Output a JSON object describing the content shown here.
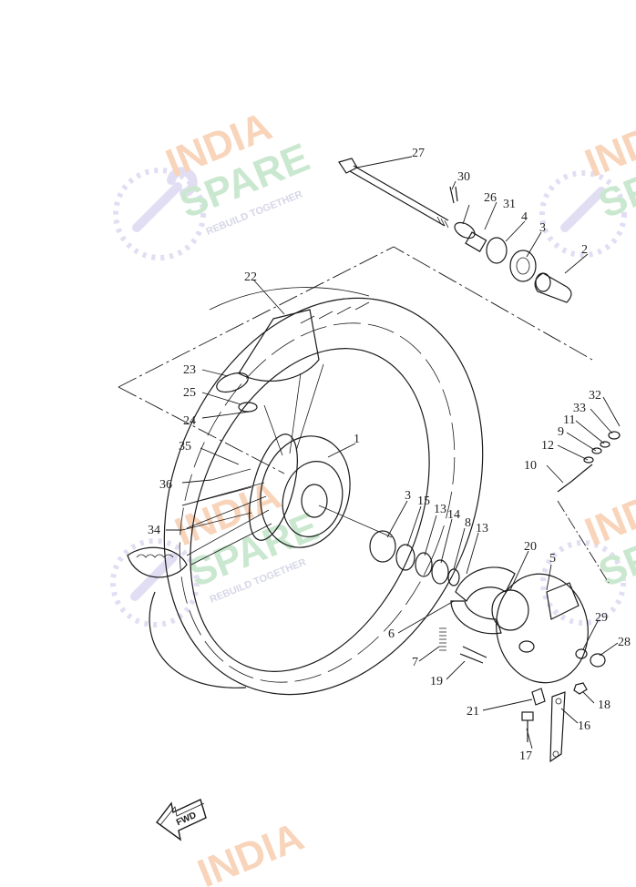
{
  "watermark": {
    "line1": "INDIA",
    "line2": "SPARE",
    "tagline": "REBUILD TOGETHER",
    "colors": {
      "india": "#f4b183",
      "spare": "#9fd6a8",
      "tagline": "#b5b5d6",
      "icon": "#c9c4ea"
    }
  },
  "callouts": [
    {
      "id": "1",
      "label": "1"
    },
    {
      "id": "2",
      "label": "2"
    },
    {
      "id": "3a",
      "label": "3"
    },
    {
      "id": "3b",
      "label": "3"
    },
    {
      "id": "4",
      "label": "4"
    },
    {
      "id": "5",
      "label": "5"
    },
    {
      "id": "6",
      "label": "6"
    },
    {
      "id": "7",
      "label": "7"
    },
    {
      "id": "8",
      "label": "8"
    },
    {
      "id": "9",
      "label": "9"
    },
    {
      "id": "10",
      "label": "10"
    },
    {
      "id": "11",
      "label": "11"
    },
    {
      "id": "12",
      "label": "12"
    },
    {
      "id": "13a",
      "label": "13"
    },
    {
      "id": "13b",
      "label": "13"
    },
    {
      "id": "14",
      "label": "14"
    },
    {
      "id": "15",
      "label": "15"
    },
    {
      "id": "16",
      "label": "16"
    },
    {
      "id": "17",
      "label": "17"
    },
    {
      "id": "18",
      "label": "18"
    },
    {
      "id": "19",
      "label": "19"
    },
    {
      "id": "20",
      "label": "20"
    },
    {
      "id": "21",
      "label": "21"
    },
    {
      "id": "22",
      "label": "22"
    },
    {
      "id": "23",
      "label": "23"
    },
    {
      "id": "24",
      "label": "24"
    },
    {
      "id": "25",
      "label": "25"
    },
    {
      "id": "26",
      "label": "26"
    },
    {
      "id": "27",
      "label": "27"
    },
    {
      "id": "28",
      "label": "28"
    },
    {
      "id": "29",
      "label": "29"
    },
    {
      "id": "30",
      "label": "30"
    },
    {
      "id": "31",
      "label": "31"
    },
    {
      "id": "32",
      "label": "32"
    },
    {
      "id": "33",
      "label": "33"
    },
    {
      "id": "34",
      "label": "34"
    },
    {
      "id": "35",
      "label": "35"
    },
    {
      "id": "36",
      "label": "36"
    }
  ],
  "direction_arrow": {
    "label": "FWD"
  }
}
